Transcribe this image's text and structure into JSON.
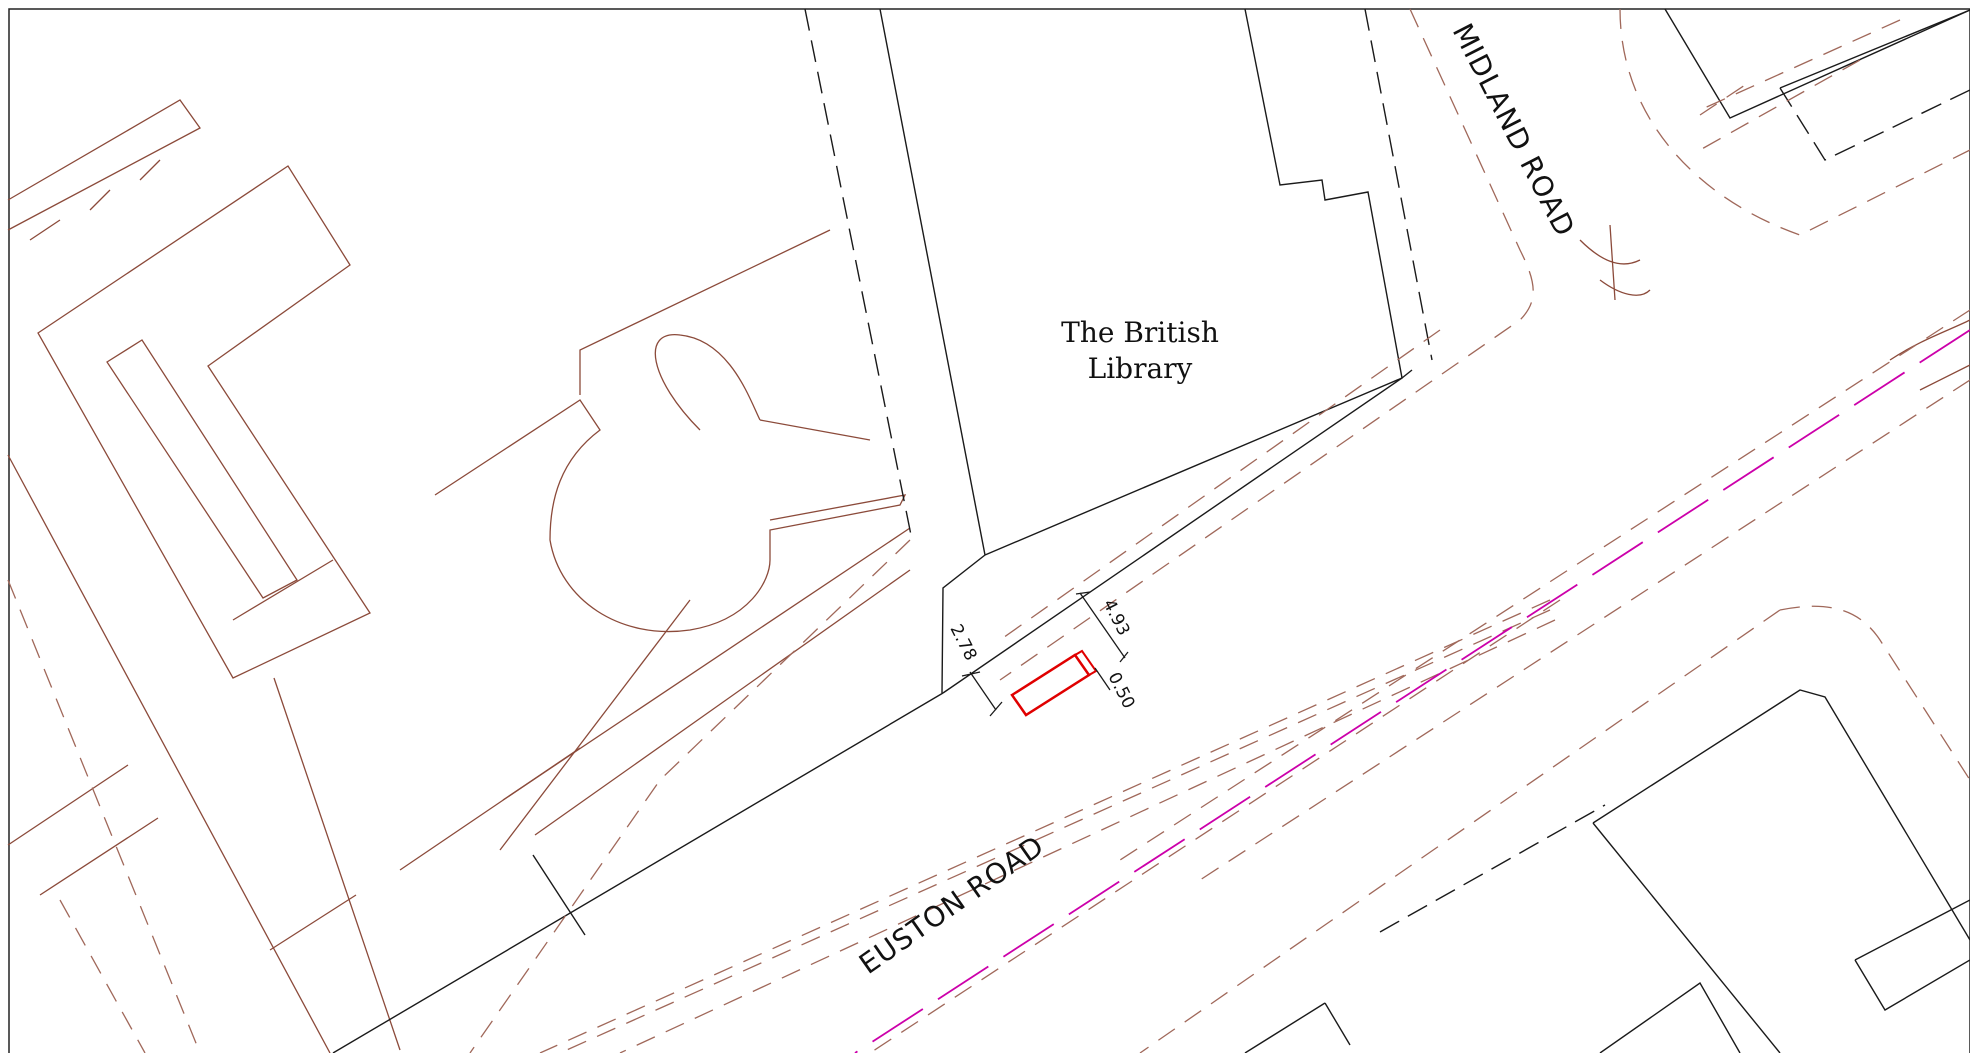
{
  "map": {
    "labels": {
      "building": [
        "The British",
        "Library"
      ],
      "road_midland": "MIDLAND ROAD",
      "road_euston": "EUSTON ROAD"
    },
    "dimensions": {
      "d1": "2.78",
      "d2": "4.93",
      "d3": "0.50"
    },
    "colors": {
      "building_line": "#1a1a1a",
      "landscape_line": "#8b4a3a",
      "kerb_dash": "#a0685a",
      "boundary_dash": "#cc00aa",
      "highlight": "#e00000"
    }
  }
}
